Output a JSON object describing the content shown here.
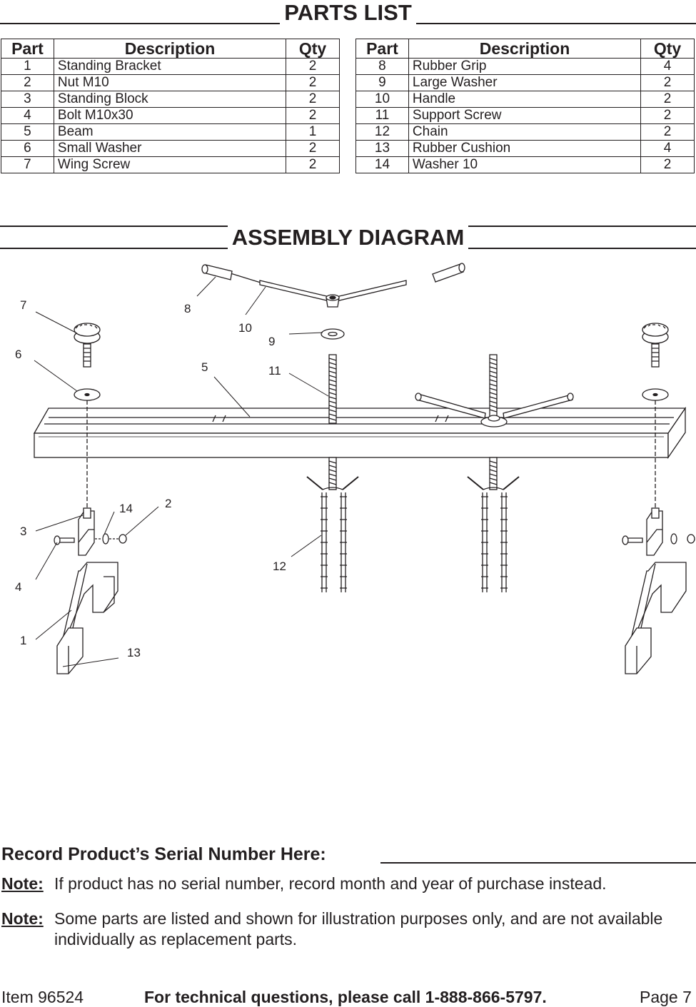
{
  "parts_list": {
    "title": "PARTS LIST",
    "headers": {
      "part": "Part",
      "description": "Description",
      "qty": "Qty"
    },
    "left_rows": [
      {
        "part": "1",
        "description": "Standing Bracket",
        "qty": "2"
      },
      {
        "part": "2",
        "description": "Nut M10",
        "qty": "2"
      },
      {
        "part": "3",
        "description": "Standing Block",
        "qty": "2"
      },
      {
        "part": "4",
        "description": "Bolt M10x30",
        "qty": "2"
      },
      {
        "part": "5",
        "description": "Beam",
        "qty": "1"
      },
      {
        "part": "6",
        "description": "Small Washer",
        "qty": "2"
      },
      {
        "part": "7",
        "description": "Wing Screw",
        "qty": "2"
      }
    ],
    "right_rows": [
      {
        "part": "8",
        "description": "Rubber Grip",
        "qty": "4"
      },
      {
        "part": "9",
        "description": "Large Washer",
        "qty": "2"
      },
      {
        "part": "10",
        "description": "Handle",
        "qty": "2"
      },
      {
        "part": "11",
        "description": "Support Screw",
        "qty": "2"
      },
      {
        "part": "12",
        "description": "Chain",
        "qty": "2"
      },
      {
        "part": "13",
        "description": "Rubber Cushion",
        "qty": "4"
      },
      {
        "part": "14",
        "description": "Washer 10",
        "qty": "2"
      }
    ]
  },
  "assembly": {
    "title": "ASSEMBLY DIAGRAM",
    "callouts": [
      "1",
      "2",
      "3",
      "4",
      "5",
      "6",
      "7",
      "8",
      "9",
      "10",
      "11",
      "12",
      "13",
      "14"
    ]
  },
  "serial": {
    "label": "Record Product’s Serial Number Here:"
  },
  "notes": [
    {
      "label": "Note:",
      "text": "If product has no serial number, record month and year of purchase instead."
    },
    {
      "label": "Note:",
      "text": "Some parts are listed and shown for illustration purposes only, and are not available individually as replacement parts."
    }
  ],
  "footer": {
    "item": "Item 96524",
    "tech": "For technical questions, please call 1-888-866-5797.",
    "page": "Page 7"
  }
}
